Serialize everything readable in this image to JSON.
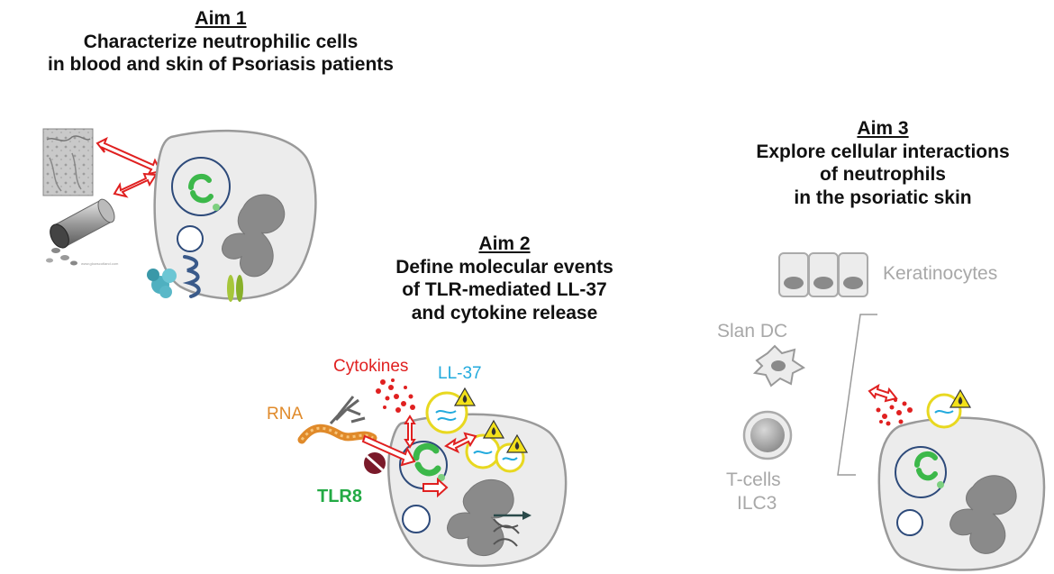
{
  "aims": [
    {
      "heading": "Aim 1",
      "lines": [
        "Characterize neutrophilic cells",
        "in blood and skin of Psoriasis patients"
      ]
    },
    {
      "heading": "Aim 2",
      "lines": [
        "Define molecular events",
        "of TLR-mediated LL-37",
        "and cytokine release"
      ]
    },
    {
      "heading": "Aim 3",
      "lines": [
        "Explore cellular interactions",
        "of neutrophils",
        "in the psoriatic skin"
      ]
    }
  ],
  "labels": {
    "cytokines": "Cytokines",
    "ll37": "LL-37",
    "rna": "RNA",
    "tlr8": "TLR8",
    "keratinocytes": "Keratinocytes",
    "slan_dc": "Slan DC",
    "tcells": "T-cells",
    "ilc3": "ILC3",
    "tiny_caption": "www.glowscotland.com"
  },
  "colors": {
    "arrow": "#e02020",
    "cytokines": "#e02020",
    "ll37": "#22aadd",
    "rna": "#e08a2a",
    "tlr8": "#22aa44",
    "muted": "#a8a8a8",
    "cell_fill": "#ececec",
    "nucleus": "#8a8a8a",
    "granule_ring": "#e8d820",
    "warning": "#f3e11a"
  },
  "icons": [
    "histology-image",
    "blood-tube-icon",
    "protein-structure-icon",
    "receptor-icon",
    "warning-triangle-icon",
    "antibody-icon",
    "inhibitor-icon",
    "dna-icon"
  ]
}
